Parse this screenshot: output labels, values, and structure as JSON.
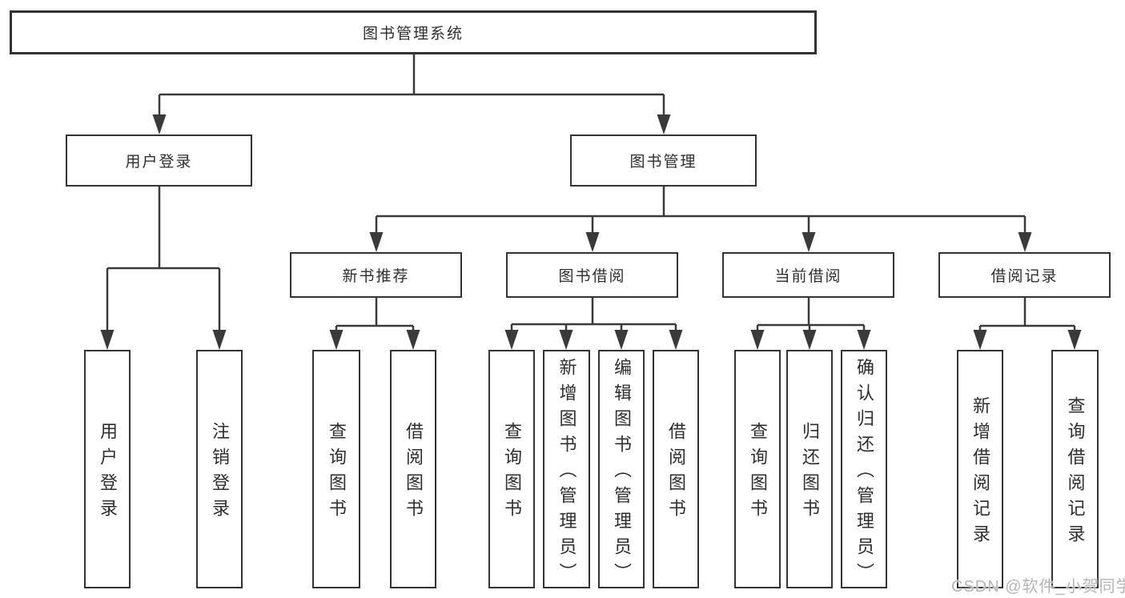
{
  "diagram": {
    "title": "图书管理系统",
    "root": {
      "label": "图书管理系统"
    },
    "branches": [
      {
        "label": "用户登录",
        "children": [
          {
            "label": "用户登录"
          },
          {
            "label": "注销登录"
          }
        ]
      },
      {
        "label": "图书管理",
        "children": [
          {
            "label": "新书推荐",
            "children": [
              {
                "label": "查询图书"
              },
              {
                "label": "借阅图书"
              }
            ]
          },
          {
            "label": "图书借阅",
            "children": [
              {
                "label": "查询图书"
              },
              {
                "label": "新增图书（管理员）"
              },
              {
                "label": "编辑图书（管理员）"
              },
              {
                "label": "借阅图书"
              }
            ]
          },
          {
            "label": "当前借阅",
            "children": [
              {
                "label": "查询图书"
              },
              {
                "label": "归还图书"
              },
              {
                "label": "确认归还（管理员）"
              }
            ]
          },
          {
            "label": "借阅记录",
            "children": [
              {
                "label": "新增借阅记录"
              },
              {
                "label": "查询借阅记录"
              }
            ]
          }
        ]
      }
    ]
  },
  "watermark": {
    "text": "CSDN @软件_小贺同学"
  },
  "colors": {
    "line": "#3a3a3a",
    "border": "#333333",
    "text": "#2e2e2e",
    "background": "#ffffff",
    "watermark": "#b5b5b5"
  }
}
